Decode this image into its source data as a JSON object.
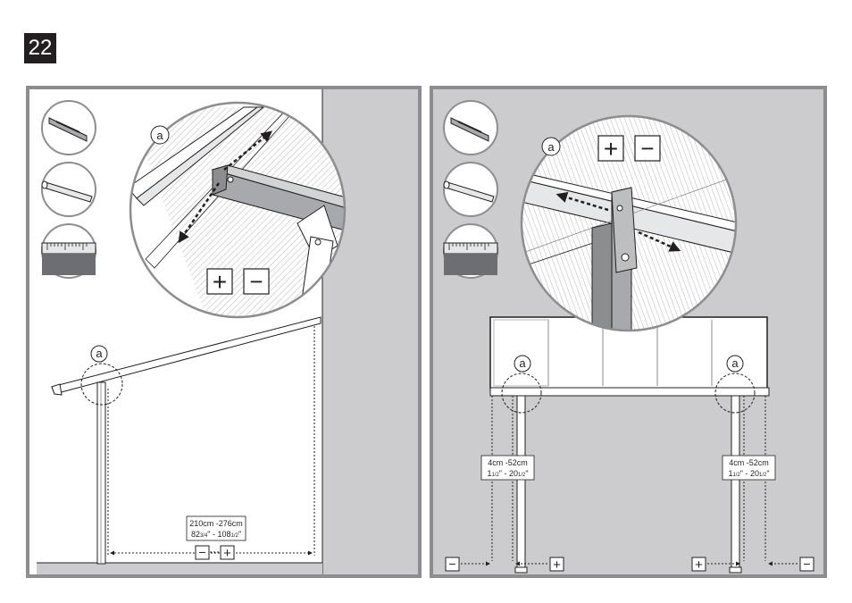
{
  "step": {
    "number": "22"
  },
  "left_panel": {
    "callout_label": "a",
    "detail_label": "a",
    "measurement": {
      "metric": "210cm -276cm",
      "imperial": "82",
      "imperial_frac1": "3/4",
      "imperial_mid": "\" - 108",
      "imperial_frac2": "1/2",
      "imperial_end": "\""
    },
    "minus": "−",
    "plus": "+"
  },
  "right_panel": {
    "callout_label": "a",
    "detail_label_left": "a",
    "detail_label_right": "a",
    "measurement_left": {
      "metric": "4cm -52cm",
      "imperial": "1",
      "imperial_frac1": "1/2",
      "imperial_mid": "\" - 20",
      "imperial_frac2": "1/2",
      "imperial_end": "\""
    },
    "measurement_right": {
      "metric": "4cm -52cm",
      "imperial": "1",
      "imperial_frac1": "1/2",
      "imperial_mid": "\" - 20",
      "imperial_frac2": "1/2",
      "imperial_end": "\""
    },
    "minus": "−",
    "plus": "+"
  },
  "colors": {
    "frame": "#8c8d8f",
    "wall": "#ccccce",
    "ink": "#231f20",
    "part": "#a7a9ac"
  },
  "icons": [
    "flat-bar-part-icon",
    "rod-part-icon",
    "ruler-icon"
  ]
}
